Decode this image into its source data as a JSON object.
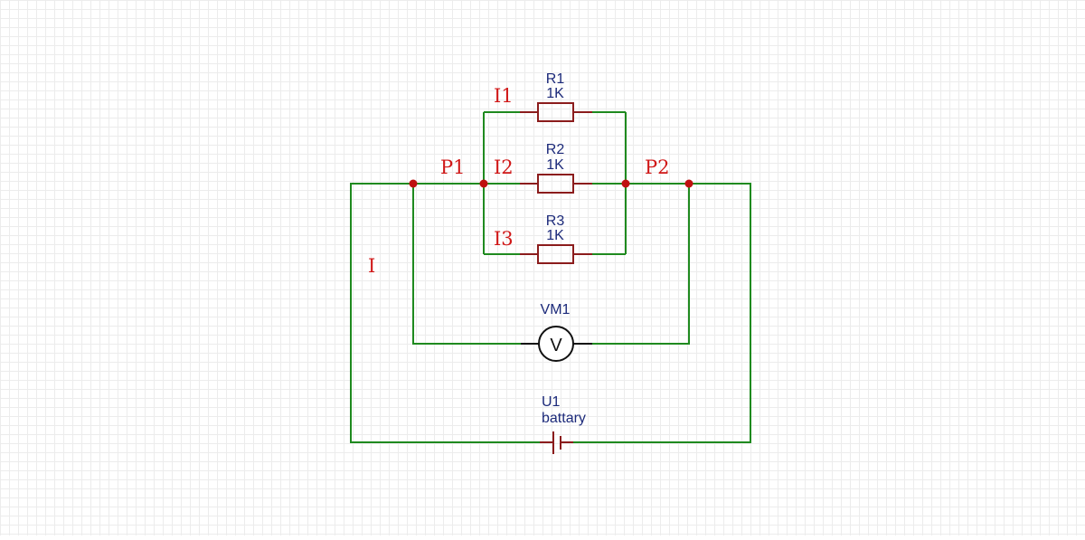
{
  "colors": {
    "wire": "#1f8a1f",
    "component": "#8b1c1c",
    "node_dot": "#c01010",
    "node_label": "#d01818",
    "ref_text": "#1c2a7a",
    "grid": "#ececec"
  },
  "icons": {
    "resistor": "resistor-icon",
    "voltmeter": "voltmeter-icon",
    "battery": "battery-icon"
  },
  "nodes": {
    "p1": "P1",
    "p2": "P2"
  },
  "currents": {
    "total": "I",
    "i1": "I1",
    "i2": "I2",
    "i3": "I3"
  },
  "components": {
    "r1": {
      "ref": "R1",
      "value": "1K"
    },
    "r2": {
      "ref": "R2",
      "value": "1K"
    },
    "r3": {
      "ref": "R3",
      "value": "1K"
    },
    "vm1": {
      "ref": "VM1",
      "symbol": "V"
    },
    "u1": {
      "ref": "U1",
      "value": "battary"
    }
  }
}
